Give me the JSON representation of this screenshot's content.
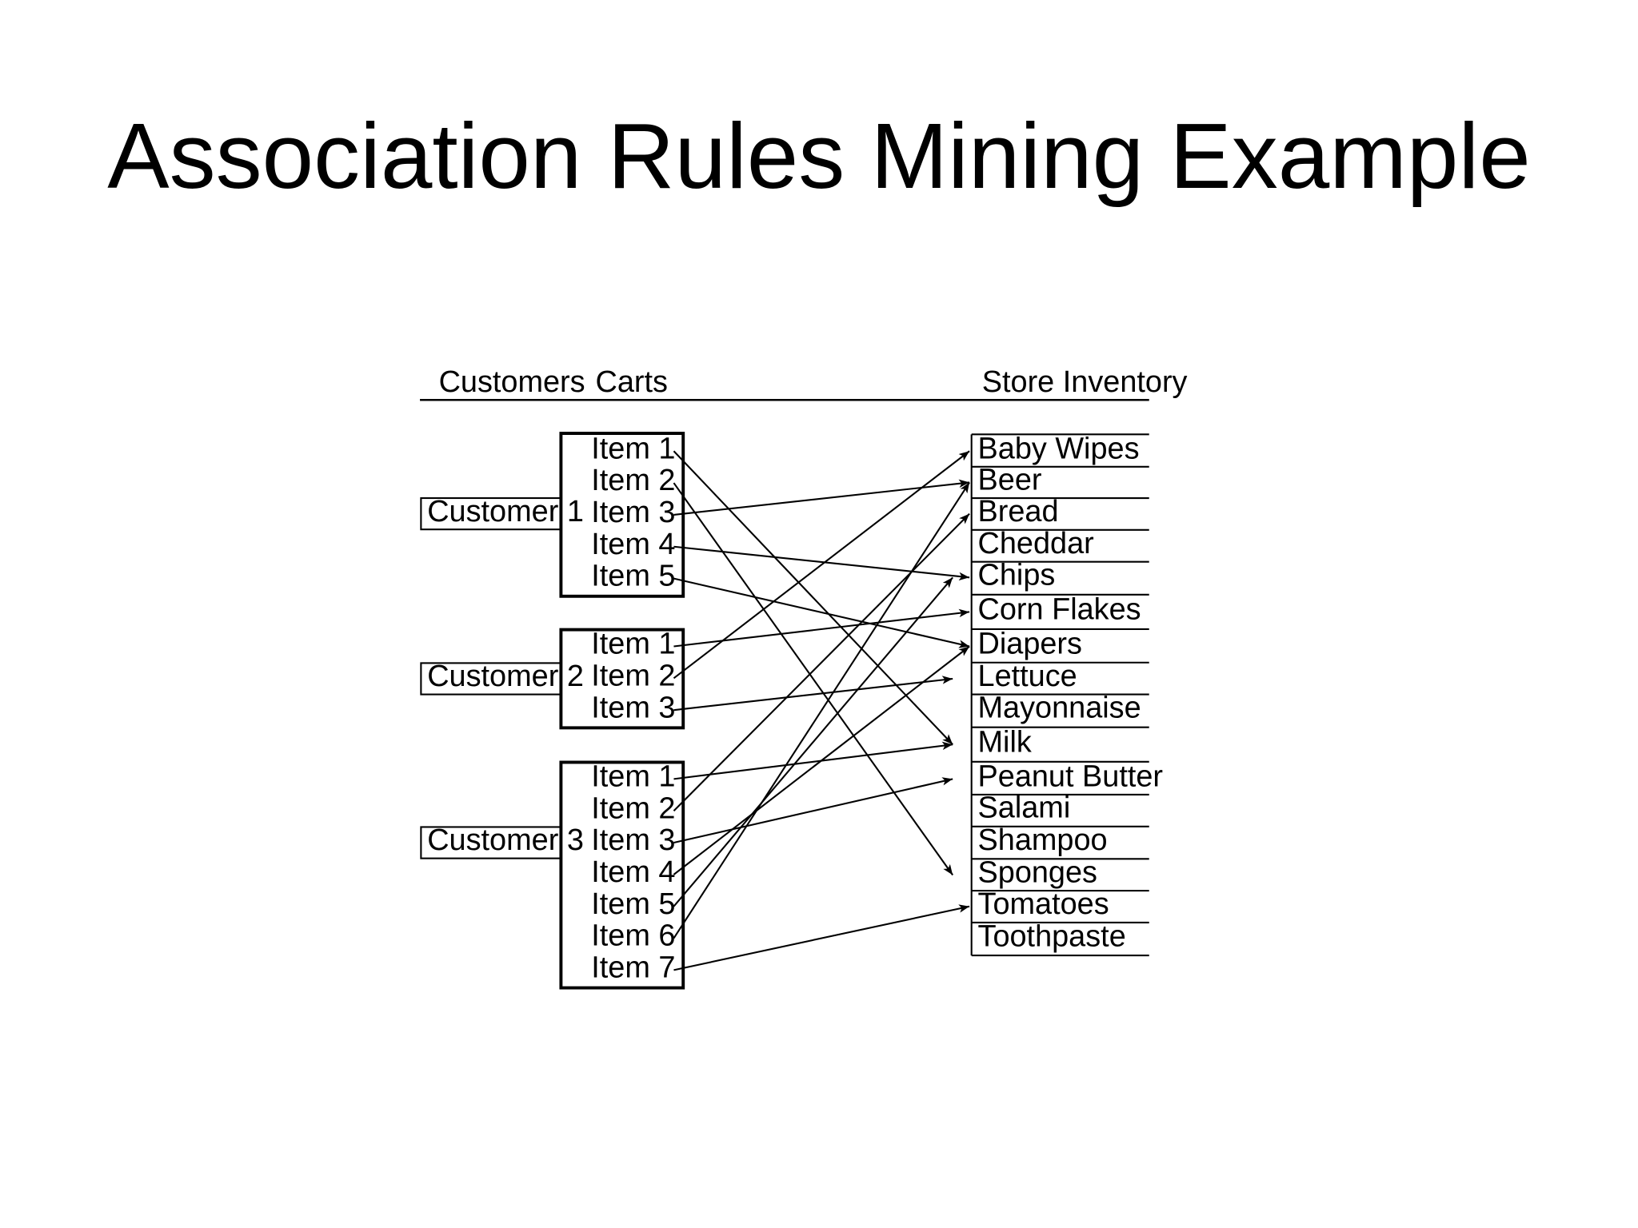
{
  "slide": {
    "title": "Association Rules Mining Example"
  },
  "headers": {
    "customers": "Customers",
    "carts": "Carts",
    "inventory": "Store Inventory"
  },
  "customers": [
    {
      "name": "Customer 1",
      "items": [
        "Item 1",
        "Item 2",
        "Item 3",
        "Item 4",
        "Item 5"
      ]
    },
    {
      "name": "Customer 2",
      "items": [
        "Item 1",
        "Item 2",
        "Item 3"
      ]
    },
    {
      "name": "Customer 3",
      "items": [
        "Item 1",
        "Item 2",
        "Item 3",
        "Item 4",
        "Item 5",
        "Item 6",
        "Item 7"
      ]
    }
  ],
  "inventory": [
    "Baby Wipes",
    "Beer",
    "Bread",
    "Cheddar",
    "Chips",
    "Corn Flakes",
    "Diapers",
    "Lettuce",
    "Mayonnaise",
    "Milk",
    "Peanut Butter",
    "Salami",
    "Shampoo",
    "Sponges",
    "Tomatoes",
    "Toothpaste"
  ],
  "links": [
    {
      "customer": "Customer 1",
      "item": "Item 1",
      "product": "Milk"
    },
    {
      "customer": "Customer 1",
      "item": "Item 2",
      "product": "Sponges"
    },
    {
      "customer": "Customer 1",
      "item": "Item 3",
      "product": "Beer"
    },
    {
      "customer": "Customer 1",
      "item": "Item 4",
      "product": "Chips"
    },
    {
      "customer": "Customer 1",
      "item": "Item 5",
      "product": "Diapers"
    },
    {
      "customer": "Customer 2",
      "item": "Item 1",
      "product": "Corn Flakes"
    },
    {
      "customer": "Customer 2",
      "item": "Item 2",
      "product": "Baby Wipes"
    },
    {
      "customer": "Customer 2",
      "item": "Item 3",
      "product": "Lettuce"
    },
    {
      "customer": "Customer 3",
      "item": "Item 1",
      "product": "Milk"
    },
    {
      "customer": "Customer 3",
      "item": "Item 2",
      "product": "Bread"
    },
    {
      "customer": "Customer 3",
      "item": "Item 3",
      "product": "Peanut Butter"
    },
    {
      "customer": "Customer 3",
      "item": "Item 4",
      "product": "Diapers"
    },
    {
      "customer": "Customer 3",
      "item": "Item 5",
      "product": "Chips"
    },
    {
      "customer": "Customer 3",
      "item": "Item 6",
      "product": "Beer"
    },
    {
      "customer": "Customer 3",
      "item": "Item 7",
      "product": "Tomatoes"
    }
  ]
}
